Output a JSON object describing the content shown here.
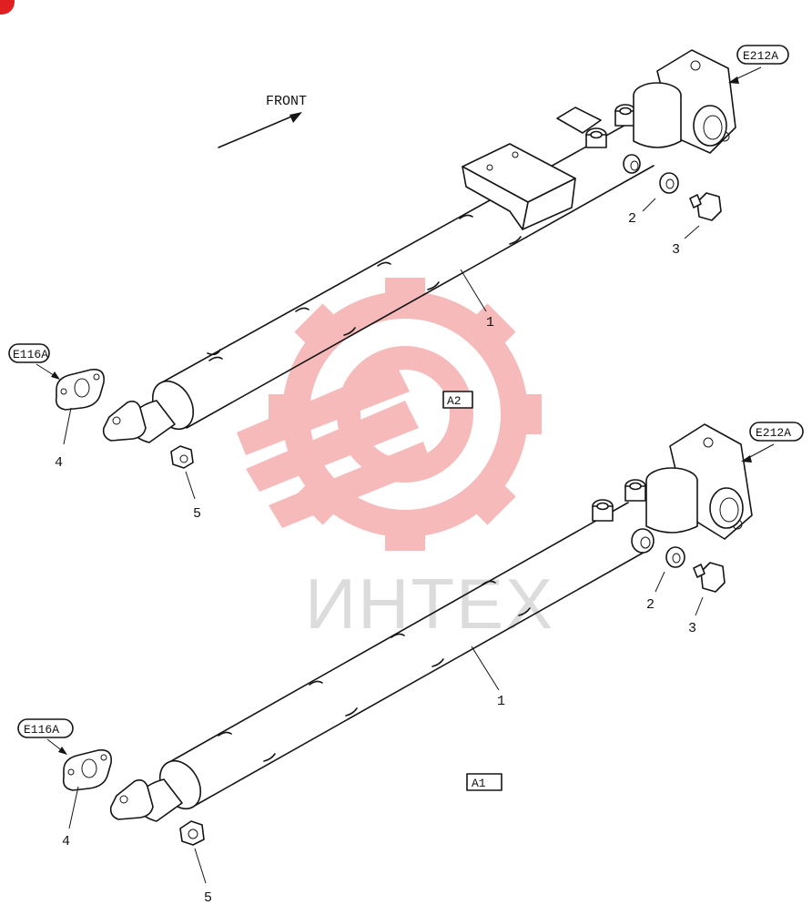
{
  "watermark": {
    "text": "ИНТЕХ",
    "color": "#f4a9a9"
  },
  "front_label": "FRONT",
  "assemblies": [
    {
      "id": "A2",
      "label": "A2",
      "refs": {
        "left": "E116A",
        "right": "E212A"
      },
      "callouts": {
        "c1": "1",
        "c2": "2",
        "c3": "3",
        "c4": "4",
        "c5": "5"
      }
    },
    {
      "id": "A1",
      "label": "A1",
      "refs": {
        "left": "E116A",
        "right": "E212A"
      },
      "callouts": {
        "c1": "1",
        "c2": "2",
        "c3": "3",
        "c4": "4",
        "c5": "5"
      }
    }
  ],
  "icons": {
    "corner": "red-corner-marker"
  }
}
